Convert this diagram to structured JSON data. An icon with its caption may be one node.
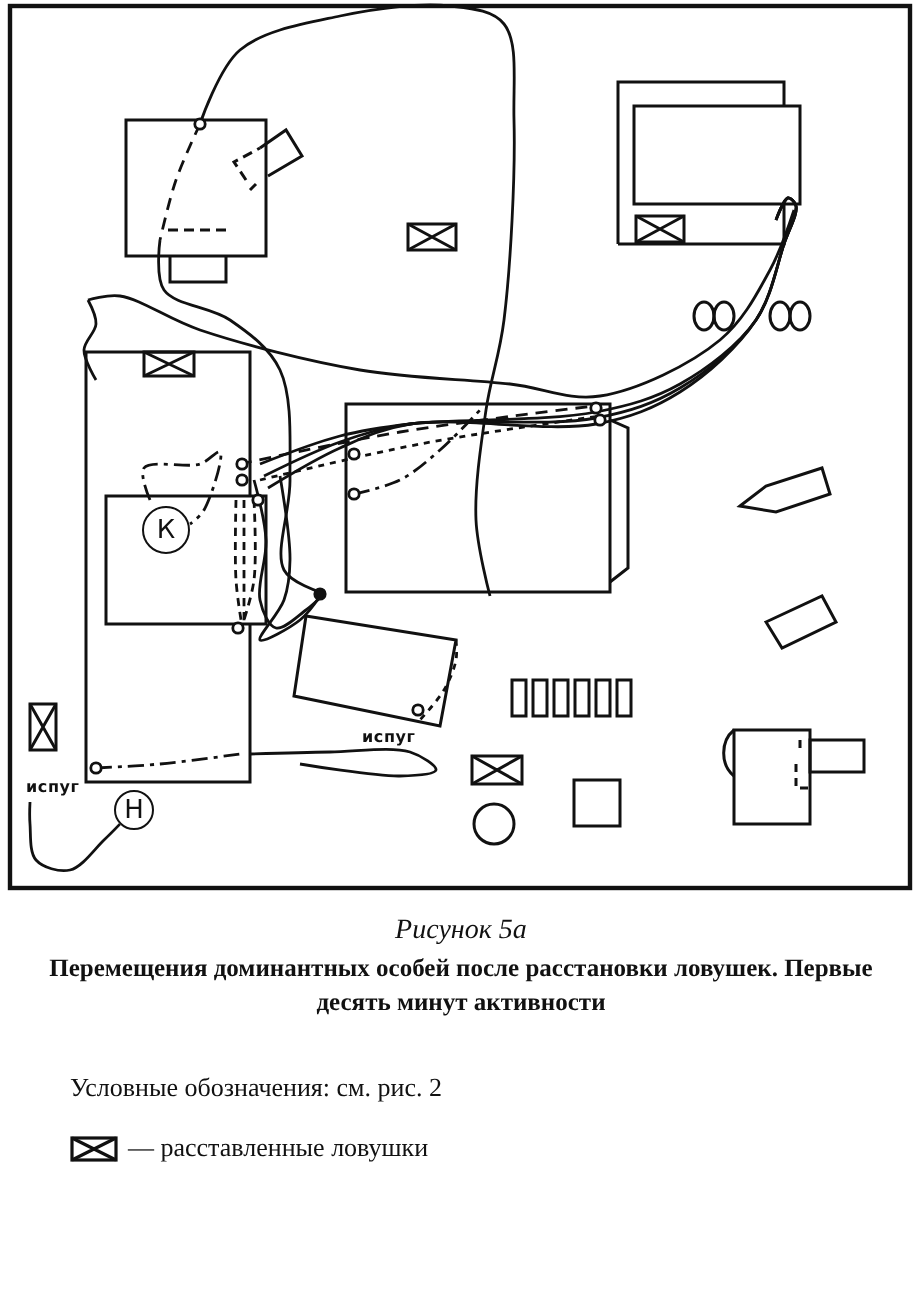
{
  "diagram": {
    "title": "Рисунок 5а",
    "caption": "Перемещения доминантных особей после расстановки ловушек. Первые десять минут активности",
    "nodes": [
      {
        "text": [
          "К"
        ]
      },
      {
        "text": [
          "испуг"
        ]
      },
      {
        "text": [
          "Н"
        ]
      }
    ],
    "edges": [
      {
        "from": 1,
        "to": 2,
        "arrow": "none"
      }
    ],
    "labels": [
      "испуг",
      "Условные обозначения: см. рис. 2"
    ],
    "legend": [
      {
        "text": "— расставленные ловушки"
      }
    ]
  }
}
